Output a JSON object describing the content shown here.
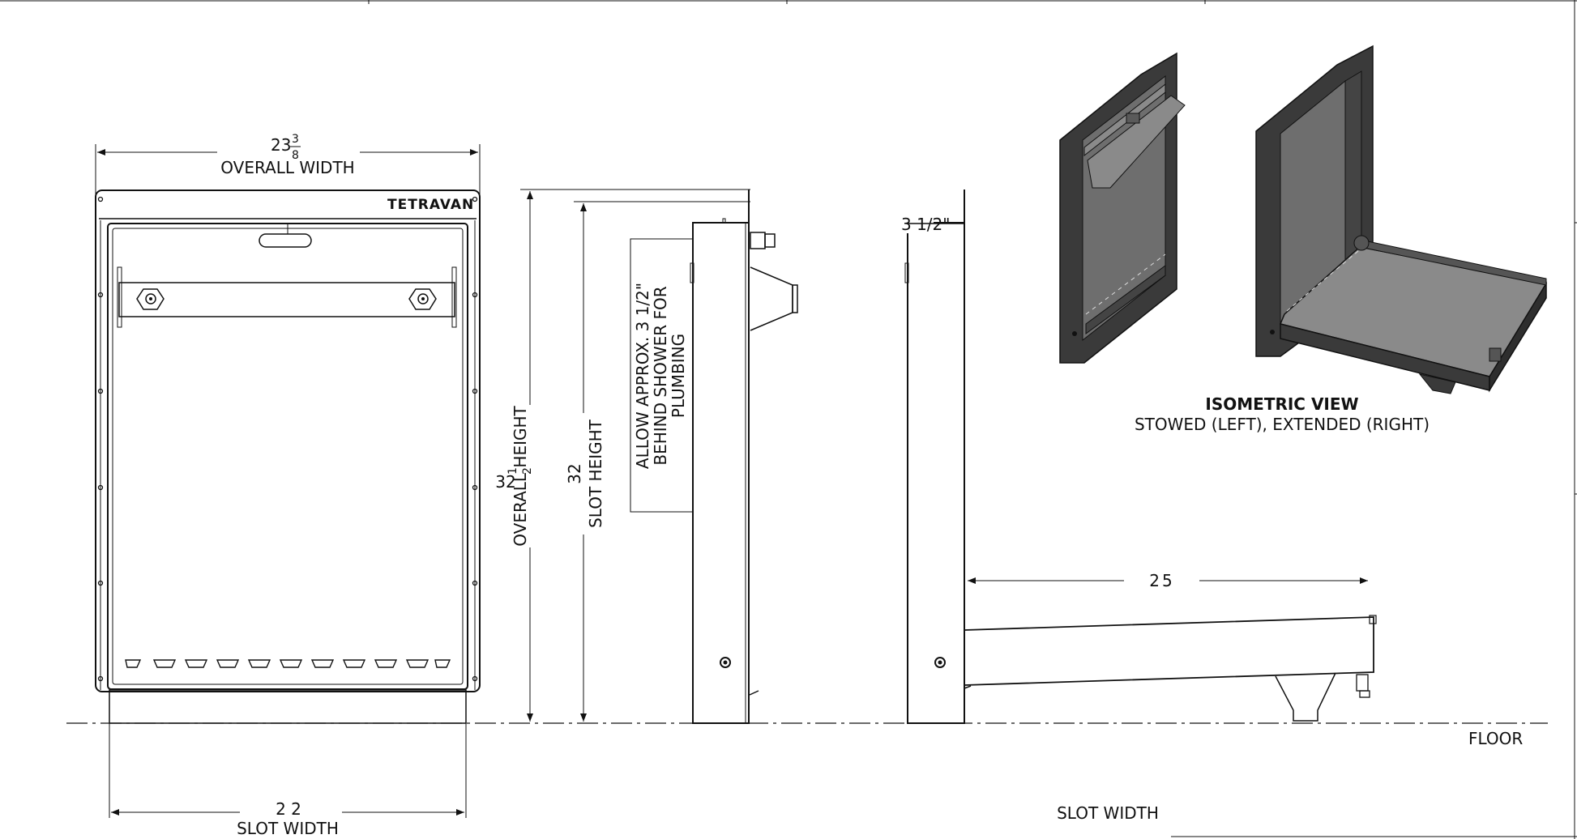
{
  "brand": "TETRAVAN",
  "front_view": {
    "width_whole": "23",
    "width_num": "3",
    "width_den": "8",
    "width_label": "OVERALL WIDTH",
    "slot_width_value": "2 2",
    "slot_width_label": "SLOT WIDTH"
  },
  "side_view": {
    "overall_height_whole": "32",
    "overall_height_num": "1",
    "overall_height_den": "2",
    "overall_height_label": "OVERALL HEIGHT",
    "slot_height_value": "32",
    "slot_height_label": "SLOT HEIGHT",
    "note_line1": "ALLOW APPROX. 3 1/2\"",
    "note_line2": "BEHIND SHOWER FOR",
    "note_line3": "PLUMBING"
  },
  "extended_view": {
    "depth_label": "3 1/2\"",
    "extension_value": "25",
    "floor_label": "FLOOR",
    "slot_width_label": "SLOT WIDTH"
  },
  "isometric": {
    "title": "ISOMETRIC VIEW",
    "subtitle": "STOWED (LEFT), EXTENDED (RIGHT)"
  },
  "colors": {
    "line": "#111111",
    "panel_dark": "#3a3a3a",
    "panel_mid": "#6e6e6e",
    "panel_light": "#8a8a8a"
  }
}
